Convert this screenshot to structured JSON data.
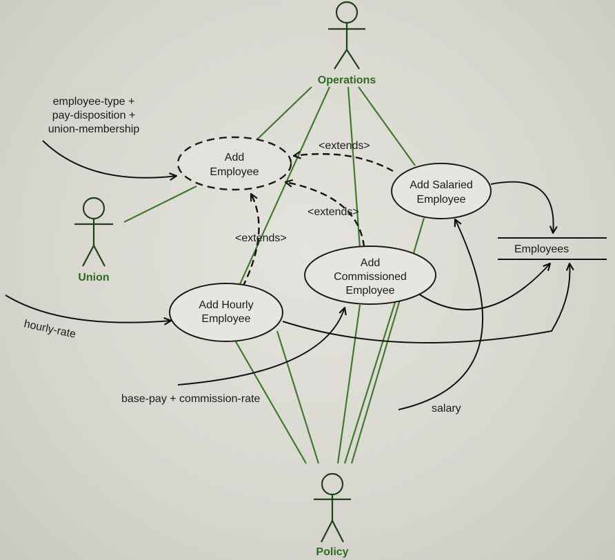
{
  "actors": {
    "operations": "Operations",
    "union": "Union",
    "policy": "Policy"
  },
  "use_cases": {
    "add_employee": [
      "Add",
      "Employee"
    ],
    "add_salaried": [
      "Add Salaried",
      "Employee"
    ],
    "add_commissioned": [
      "Add",
      "Commissioned",
      "Employee"
    ],
    "add_hourly": [
      "Add Hourly",
      "Employee"
    ]
  },
  "data_store": "Employees",
  "extends_label": "<extends>",
  "inputs": {
    "employee_type": [
      "employee-type +",
      "pay-disposition +",
      "union-membership"
    ],
    "hourly_rate": "hourly-rate",
    "base_pay": "base-pay + commission-rate",
    "salary": "salary"
  },
  "colors": {
    "actor_label": "#2f6b1e",
    "association": "#3f7a2a",
    "ink": "#111111"
  }
}
